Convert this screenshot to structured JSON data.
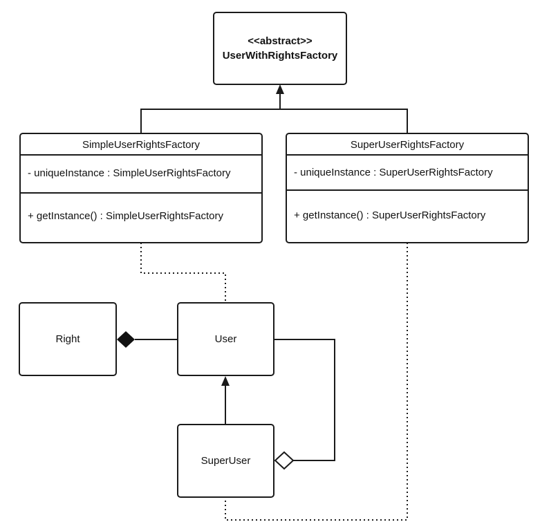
{
  "abstract_class": {
    "stereotype": "<<abstract>>",
    "name": "UserWithRightsFactory"
  },
  "classes": [
    {
      "name": "SimpleUserRightsFactory",
      "attribute": "- uniqueInstance : SimpleUserRightsFactory",
      "operation": "+ getInstance() : SimpleUserRightsFactory"
    },
    {
      "name": "SuperUserRightsFactory",
      "attribute": "- uniqueInstance : SuperUserRightsFactory",
      "operation": "+ getInstance() : SuperUserRightsFactory"
    }
  ],
  "simple_classes": {
    "right": "Right",
    "user": "User",
    "super_user": "SuperUser"
  },
  "relationships": [
    {
      "from": "SimpleUserRightsFactory",
      "to": "UserWithRightsFactory",
      "type": "generalization"
    },
    {
      "from": "SuperUserRightsFactory",
      "to": "UserWithRightsFactory",
      "type": "generalization"
    },
    {
      "from": "SuperUser",
      "to": "User",
      "type": "generalization"
    },
    {
      "from": "User",
      "to": "Right",
      "type": "composition"
    },
    {
      "from": "User",
      "to": "SuperUser",
      "type": "aggregation"
    },
    {
      "from": "SimpleUserRightsFactory",
      "to": "User",
      "type": "dependency"
    },
    {
      "from": "SuperUserRightsFactory",
      "to": "SuperUser",
      "type": "dependency"
    }
  ],
  "colors": {
    "line": "#1a1a1a",
    "background": "#ffffff"
  }
}
